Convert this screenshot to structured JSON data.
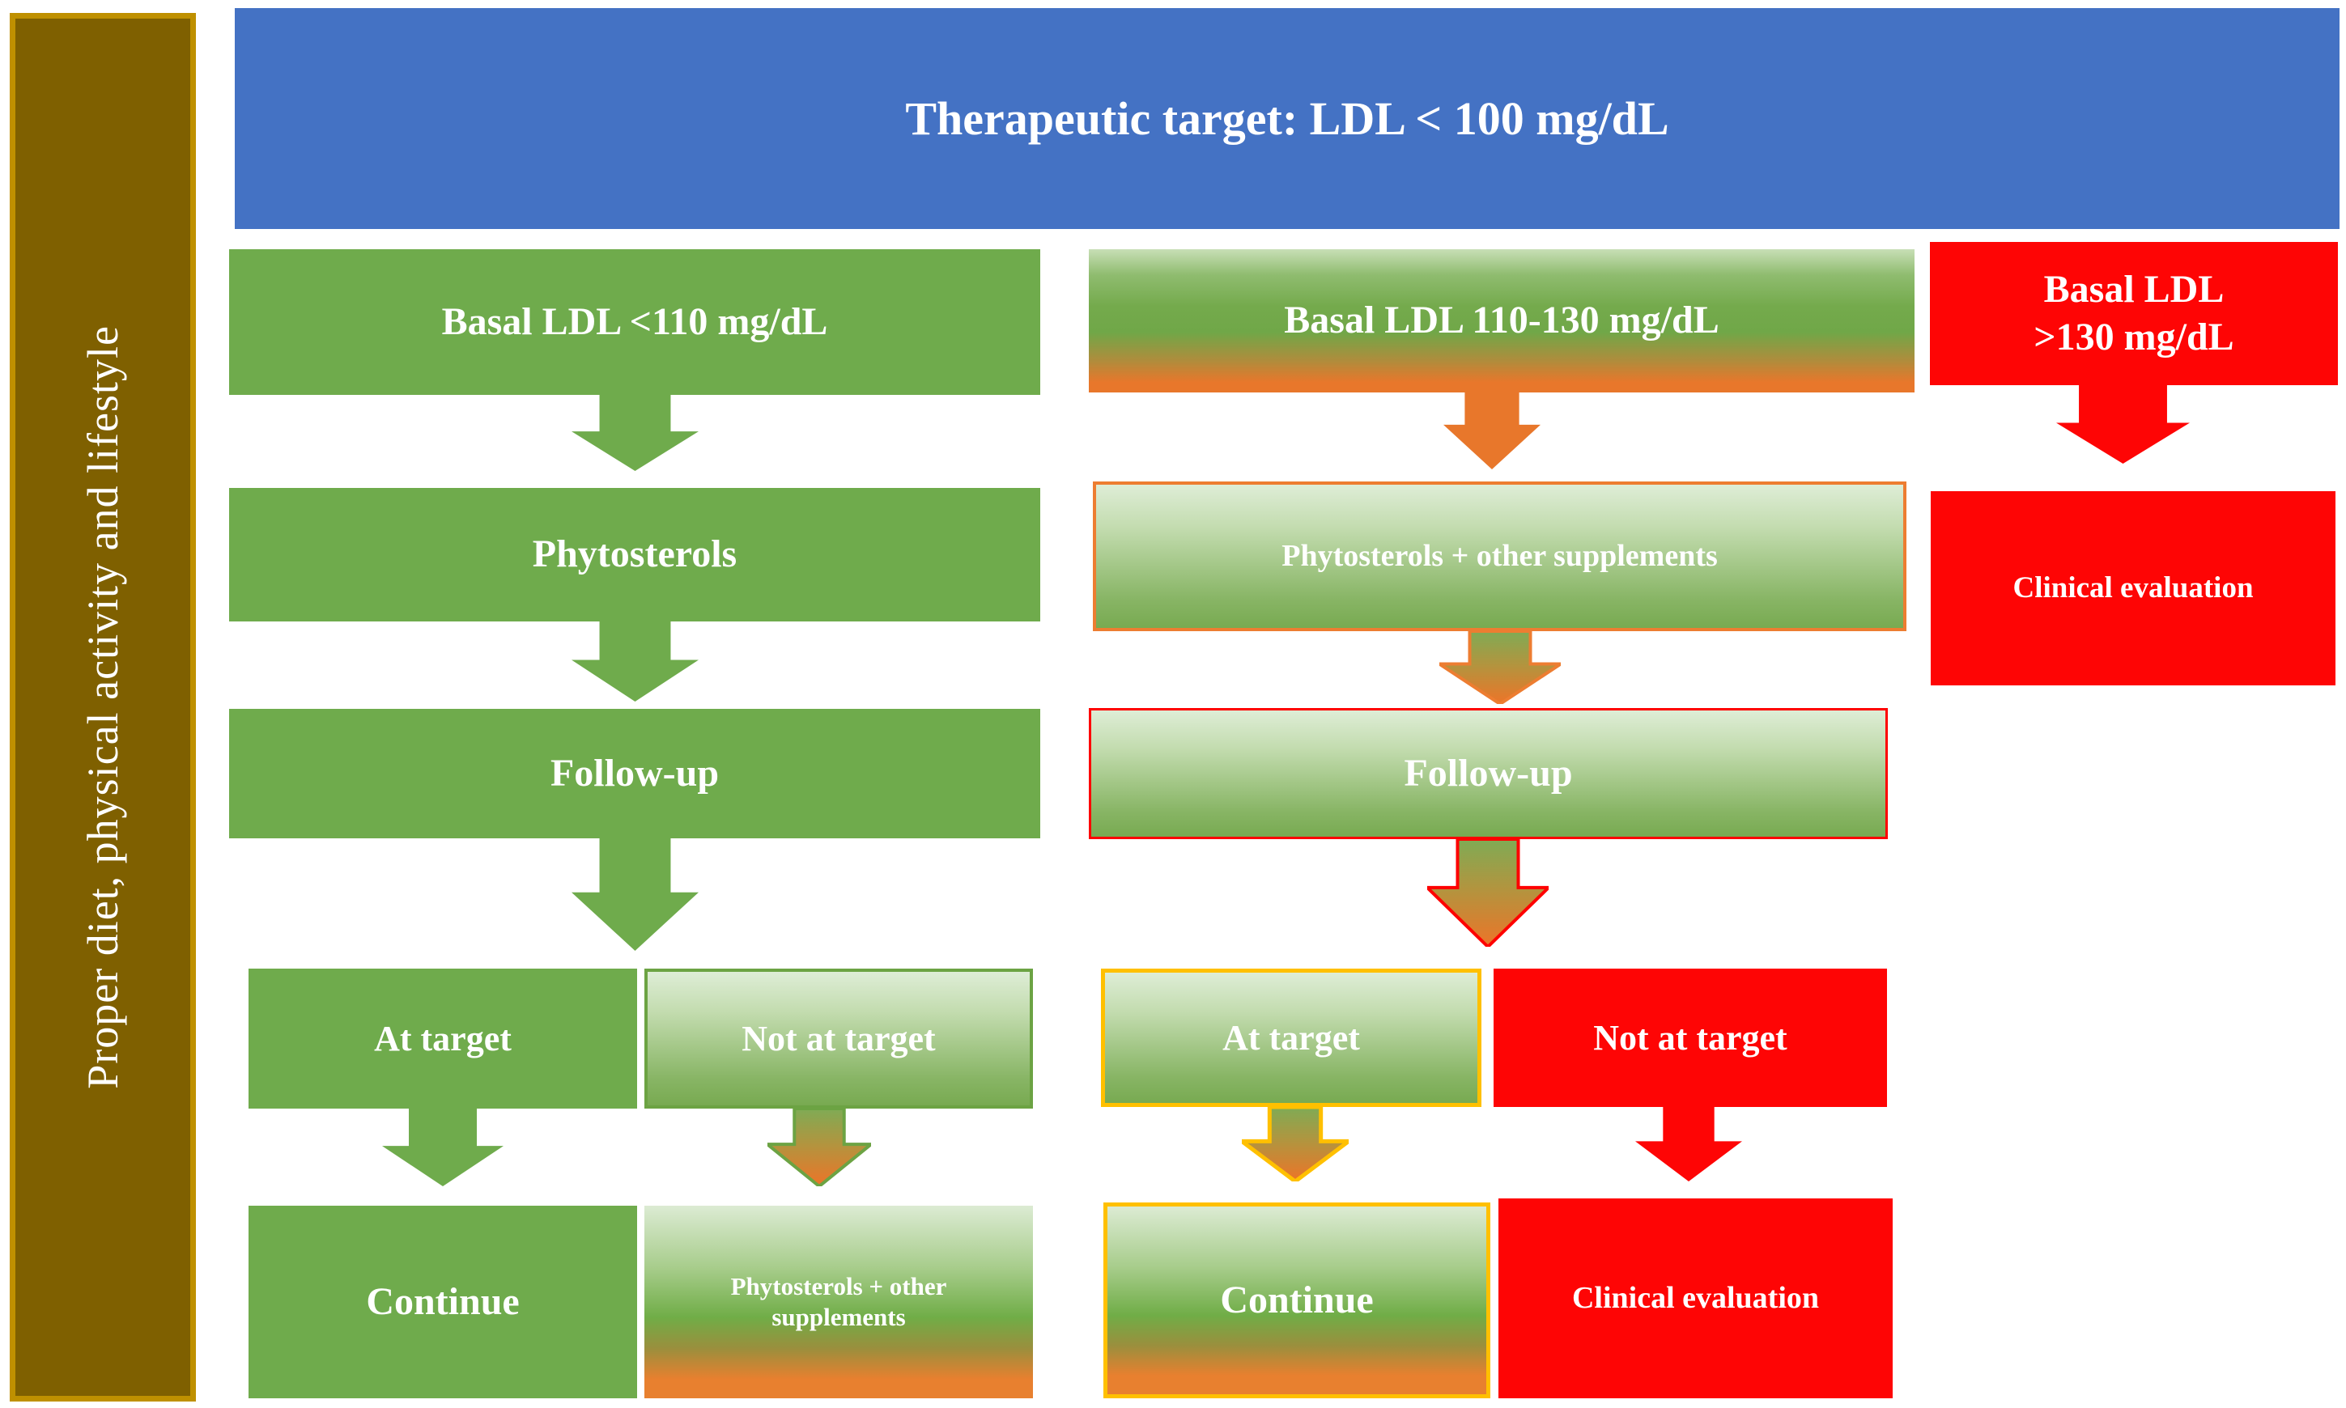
{
  "header": {
    "label": "Therapeutic target: LDL < 100 mg/dL"
  },
  "sidebar": {
    "label": "Proper diet, physical activity and lifestyle"
  },
  "columns": {
    "low": {
      "basal": "Basal LDL <110 mg/dL",
      "treatment": "Phytosterols",
      "followup": "Follow-up",
      "at_target": "At target",
      "not_at_target": "Not at target",
      "at_target_action": "Continue",
      "not_at_target_action": "Phytosterols + other\nsupplements"
    },
    "mid": {
      "basal": "Basal LDL 110-130 mg/dL",
      "treatment": "Phytosterols + other supplements",
      "followup": "Follow-up",
      "at_target": "At target",
      "not_at_target": "Not at target",
      "at_target_action": "Continue",
      "not_at_target_action": "Clinical evaluation"
    },
    "high": {
      "basal": "Basal LDL\n>130 mg/dL",
      "action": "Clinical evaluation"
    }
  },
  "colors": {
    "banner_blue": "#4472C4",
    "green": "#70AD47",
    "light_green": "#DEEDD6",
    "orange": "#ED7D31",
    "red": "#FE0505",
    "gold_border": "#FFC000",
    "sidebar_olive": "#7F6000",
    "sidebar_border": "#BF9000",
    "text_white": "#FFFFFF"
  }
}
